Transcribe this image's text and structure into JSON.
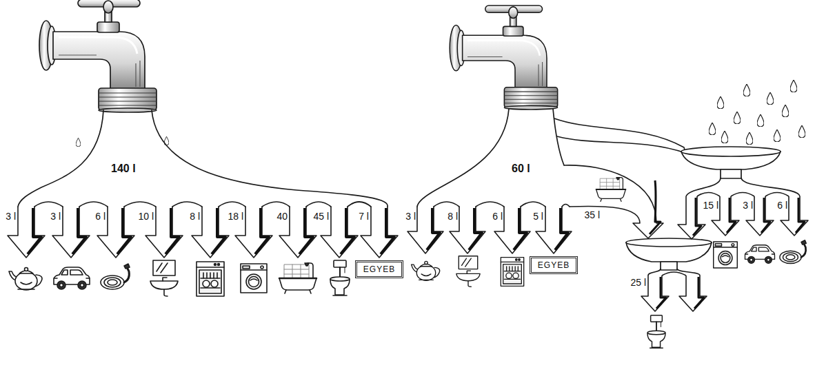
{
  "diagram": {
    "nodes": [
      {
        "text": [
          "140 l"
        ]
      },
      {
        "text": [
          "EGYEB"
        ]
      },
      {
        "text": [
          "60 l"
        ]
      },
      {
        "text": [
          "EGYEB"
        ]
      }
    ],
    "edges": [
      {
        "from": 0,
        "to": 1,
        "arrow": "to",
        "label": "7 l"
      },
      {
        "from": 2,
        "to": 3,
        "arrow": "to",
        "label": "5 l"
      }
    ],
    "labels": [
      "3 l",
      "3 l",
      "6 l",
      "10 l",
      "8 l",
      "18 l",
      "40",
      "45 l",
      "3 l",
      "8 l",
      "6 l",
      "35 l",
      "15 l",
      "3 l",
      "6 l",
      "25 l"
    ]
  }
}
